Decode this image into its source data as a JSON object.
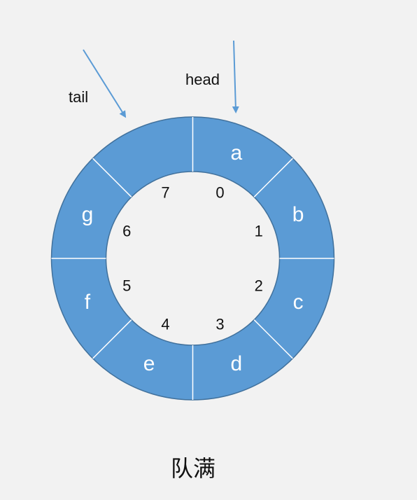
{
  "diagram": {
    "caption": "队满",
    "pointers": {
      "tail": {
        "label": "tail"
      },
      "head": {
        "label": "head"
      }
    },
    "slots": [
      {
        "index": "0",
        "value": "a"
      },
      {
        "index": "1",
        "value": "b"
      },
      {
        "index": "2",
        "value": "c"
      },
      {
        "index": "3",
        "value": "d"
      },
      {
        "index": "4",
        "value": "e"
      },
      {
        "index": "5",
        "value": "f"
      },
      {
        "index": "6",
        "value": "g"
      },
      {
        "index": "7",
        "value": ""
      }
    ],
    "colors": {
      "ring_fill": "#5b9bd5",
      "ring_stroke": "#41719c",
      "divider": "#ffffff",
      "arrow": "#5b9bd5",
      "background": "#f2f2f2"
    }
  }
}
